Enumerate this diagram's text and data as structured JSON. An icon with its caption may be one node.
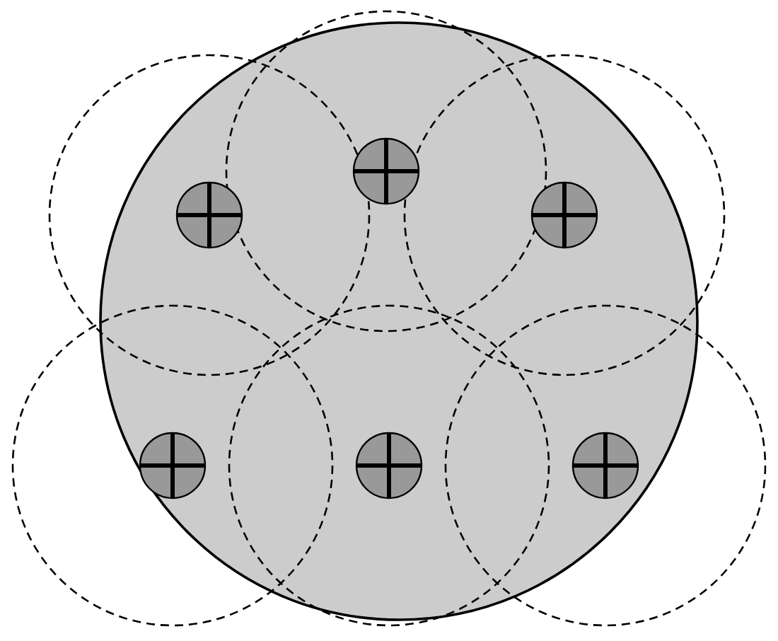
{
  "diagram": {
    "nodes": [
      {
        "text": [],
        "shape": "circle"
      },
      {
        "text": [],
        "shape": "circle",
        "in": 0
      },
      {
        "text": [],
        "shape": "circle",
        "in": 0
      },
      {
        "text": [],
        "shape": "circle",
        "in": 0
      },
      {
        "text": [],
        "shape": "circle",
        "in": 0
      },
      {
        "text": [],
        "shape": "circle",
        "in": 0
      },
      {
        "text": [],
        "shape": "circle",
        "in": 0
      }
    ]
  }
}
